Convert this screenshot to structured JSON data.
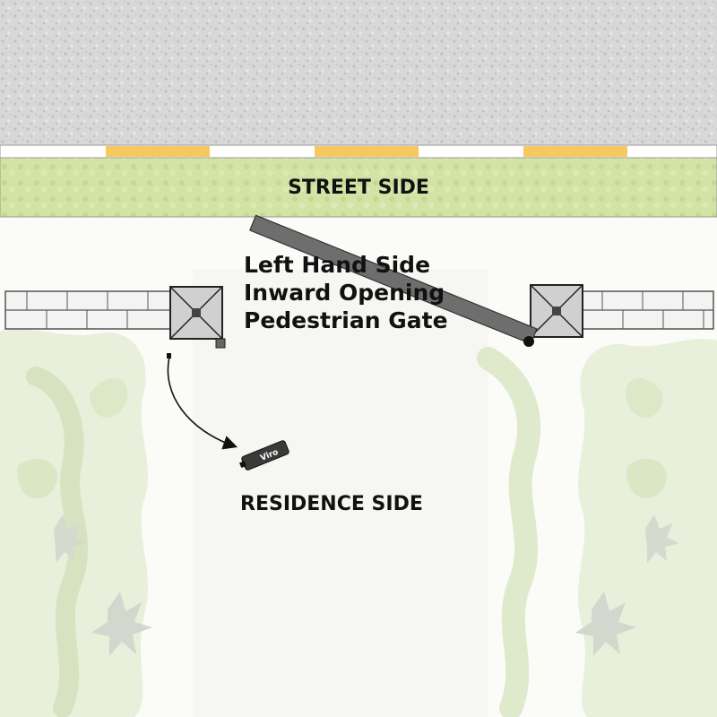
{
  "labels": {
    "street_side": "STREET SIDE",
    "residence_side": "RESIDENCE SIDE",
    "title_lines": [
      "Left Hand Side",
      "Inward Opening",
      "Pedestrian Gate"
    ],
    "brand": "Viro"
  },
  "colors": {
    "road": "#d6d6d6",
    "road_edge": "#bdbdbd",
    "curb": "#ffffff",
    "curb_marking": "#f6c85f",
    "grass": "#cfe0a0",
    "wall_brick": "#f0f0f0",
    "post_cap": "#d0d0d0",
    "gate_panel": "#6e6e6e",
    "foliage": "#d9e6c2"
  },
  "icons": {
    "opener": "gate-opener-icon",
    "hinge": "hinge-icon",
    "swing": "swing-arrow-icon"
  }
}
